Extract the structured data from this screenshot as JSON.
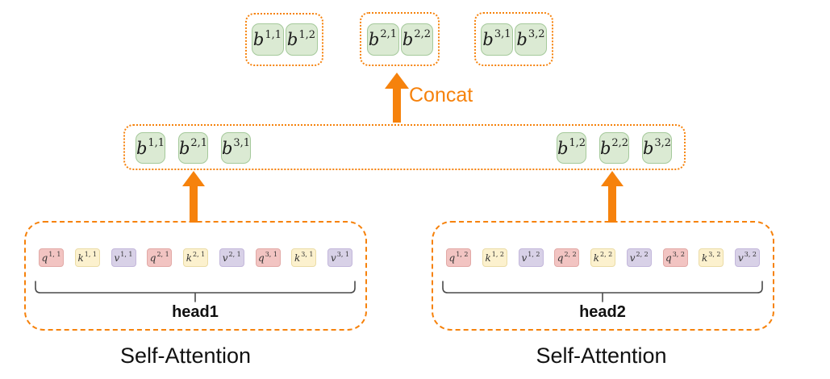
{
  "colors": {
    "orange": "#F6820C",
    "green_fill": "#DBEAD3",
    "green_border": "#A5C99B",
    "q_fill": "#F2C4C2",
    "q_border": "#E2A9A6",
    "k_fill": "#FCF1CE",
    "k_border": "#EBDCA6",
    "v_fill": "#D8D1E7",
    "v_border": "#C3B7DB"
  },
  "top_groups": [
    {
      "cells": [
        {
          "base": "b",
          "sup": "1,1"
        },
        {
          "base": "b",
          "sup": "1,2"
        }
      ]
    },
    {
      "cells": [
        {
          "base": "b",
          "sup": "2,1"
        },
        {
          "base": "b",
          "sup": "2,2"
        }
      ]
    },
    {
      "cells": [
        {
          "base": "b",
          "sup": "3,1"
        },
        {
          "base": "b",
          "sup": "3,2"
        }
      ]
    }
  ],
  "concat": {
    "label": "Concat"
  },
  "middle_row": {
    "left_cells": [
      {
        "base": "b",
        "sup": "1,1"
      },
      {
        "base": "b",
        "sup": "2,1"
      },
      {
        "base": "b",
        "sup": "3,1"
      }
    ],
    "right_cells": [
      {
        "base": "b",
        "sup": "1,2"
      },
      {
        "base": "b",
        "sup": "2,2"
      },
      {
        "base": "b",
        "sup": "3,2"
      }
    ]
  },
  "heads": [
    {
      "brace_label": "head1",
      "caption": "Self-Attention",
      "cells": [
        {
          "base": "q",
          "sup": "1, 1",
          "type": "q"
        },
        {
          "base": "k",
          "sup": "1, 1",
          "type": "k"
        },
        {
          "base": "v",
          "sup": "1, 1",
          "type": "v"
        },
        {
          "base": "q",
          "sup": "2, 1",
          "type": "q"
        },
        {
          "base": "k",
          "sup": "2, 1",
          "type": "k"
        },
        {
          "base": "v",
          "sup": "2, 1",
          "type": "v"
        },
        {
          "base": "q",
          "sup": "3, 1",
          "type": "q"
        },
        {
          "base": "k",
          "sup": "3, 1",
          "type": "k"
        },
        {
          "base": "v",
          "sup": "3, 1",
          "type": "v"
        }
      ]
    },
    {
      "brace_label": "head2",
      "caption": "Self-Attention",
      "cells": [
        {
          "base": "q",
          "sup": "1, 2",
          "type": "q"
        },
        {
          "base": "k",
          "sup": "1, 2",
          "type": "k"
        },
        {
          "base": "v",
          "sup": "1, 2",
          "type": "v"
        },
        {
          "base": "q",
          "sup": "2, 2",
          "type": "q"
        },
        {
          "base": "k",
          "sup": "2, 2",
          "type": "k"
        },
        {
          "base": "v",
          "sup": "2, 2",
          "type": "v"
        },
        {
          "base": "q",
          "sup": "3, 2",
          "type": "q"
        },
        {
          "base": "k",
          "sup": "3, 2",
          "type": "k"
        },
        {
          "base": "v",
          "sup": "3, 2",
          "type": "v"
        }
      ]
    }
  ]
}
